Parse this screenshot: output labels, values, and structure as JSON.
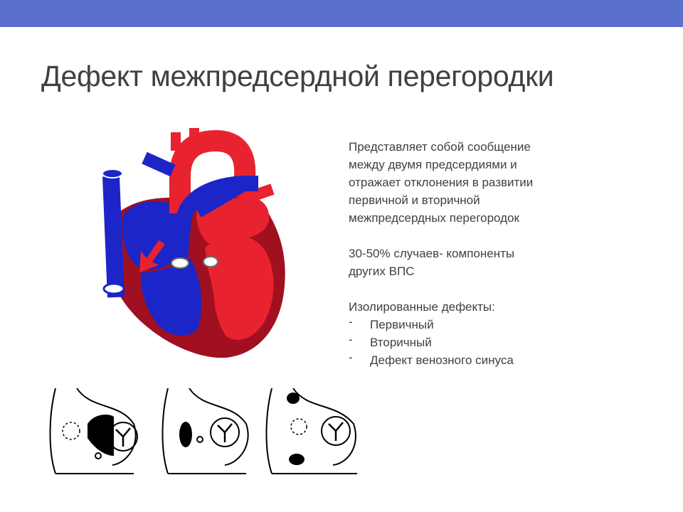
{
  "slide": {
    "title": "Дефект межпредсердной перегородки",
    "accent_color": "#5b6fcc",
    "text_color": "#404040"
  },
  "content": {
    "paragraph1": [
      "Представляет собой сообщение",
      "между двумя предсердиями и",
      "отражает отклонения в развитии",
      "первичной и вторичной",
      "межпредсердных перегородок"
    ],
    "paragraph2": [
      "30-50% случаев- компоненты",
      "других ВПС"
    ],
    "list_heading": "Изолированные дефекты:",
    "bullet_marker": "-",
    "items": [
      "Первичный",
      "Вторичный",
      "Дефект венозного синуса"
    ]
  },
  "illustration": {
    "oxygenated_color": "#e8232f",
    "deoxygenated_color": "#1c25c8",
    "myocardium_color": "#a01020"
  }
}
